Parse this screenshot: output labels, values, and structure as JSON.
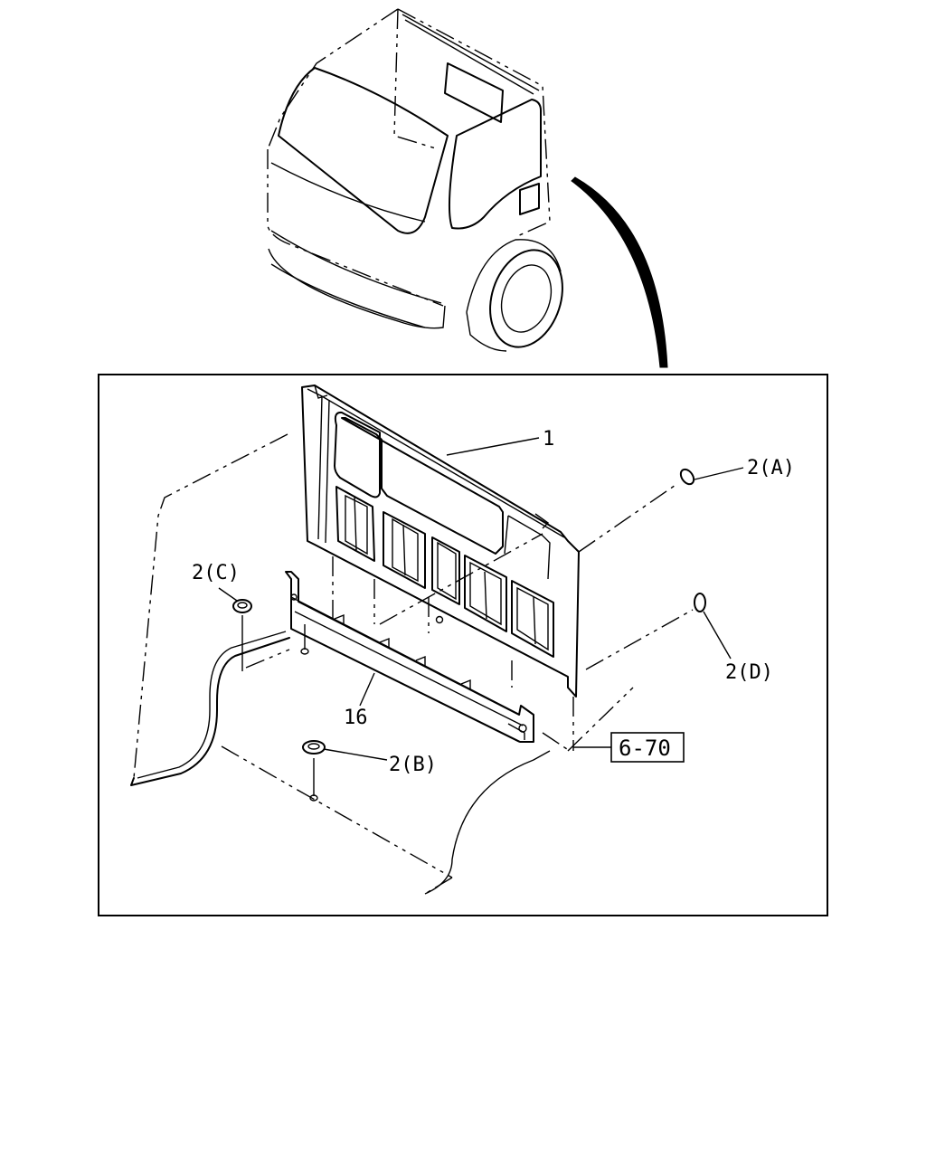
{
  "callouts": {
    "part_1": "1",
    "part_2a": "2(A)",
    "part_2b": "2(B)",
    "part_2c": "2(C)",
    "part_2d": "2(D)",
    "part_16": "16",
    "ref_box": "6-70"
  }
}
